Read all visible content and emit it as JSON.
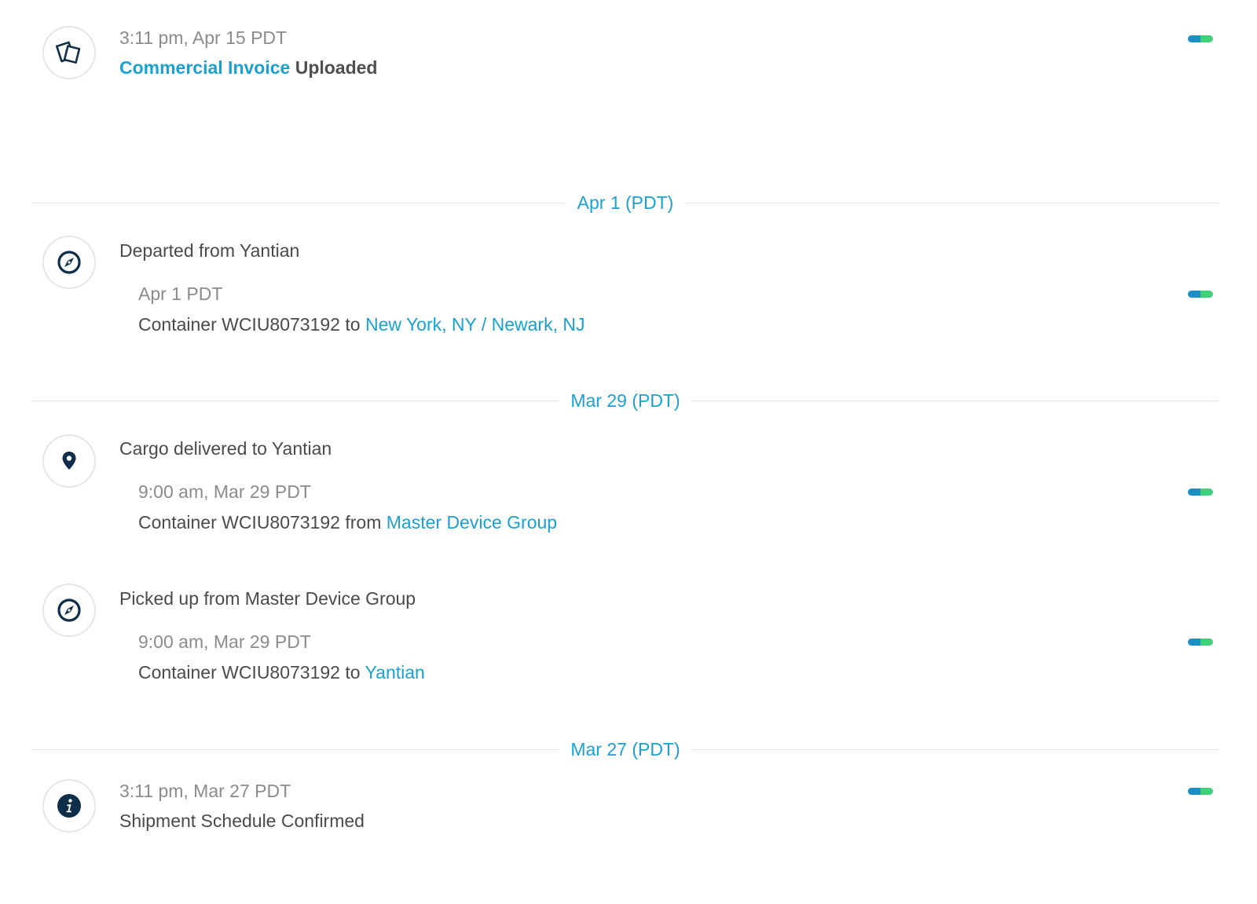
{
  "accent_color": "#1aa1cf",
  "icon_color": "#0e2e4a",
  "status_colors": [
    "#1b8fc4",
    "#3ed07a"
  ],
  "events": [
    {
      "icon": "document-upload-icon",
      "timestamp": "3:11 pm, Apr 15 PDT",
      "title_link": "Commercial Invoice",
      "title_text": "Uploaded"
    },
    {
      "icon": "compass-icon",
      "title": "Departed from Yantian",
      "timestamp": "Apr 1 PDT",
      "detail_text": "Container WCIU8073192 to",
      "detail_link": "New York, NY / Newark, NJ"
    },
    {
      "icon": "location-pin-icon",
      "title": "Cargo delivered to Yantian",
      "timestamp": "9:00 am, Mar 29 PDT",
      "detail_text": "Container WCIU8073192 from",
      "detail_link": "Master Device Group"
    },
    {
      "icon": "compass-icon",
      "title": "Picked up from Master Device Group",
      "timestamp": "9:00 am, Mar 29 PDT",
      "detail_text": "Container WCIU8073192 to",
      "detail_link": "Yantian"
    },
    {
      "icon": "info-icon",
      "timestamp": "3:11 pm, Mar 27 PDT",
      "title": "Shipment Schedule Confirmed"
    }
  ],
  "dividers": [
    "Apr 1 (PDT)",
    "Mar 29 (PDT)",
    "Mar 27 (PDT)"
  ]
}
